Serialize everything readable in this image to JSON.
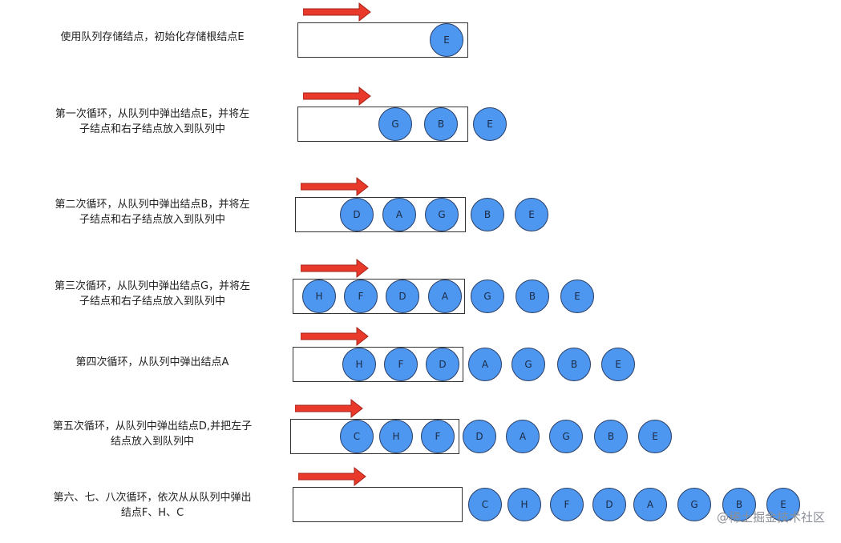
{
  "rows": [
    {
      "label": "使用队列存储结点，初始化存储根结点E",
      "queue": [
        "E"
      ],
      "popped": []
    },
    {
      "label": "第一次循环，从队列中弹出结点E，并将左\n子结点和右子结点放入到队列中",
      "queue": [
        "G",
        "B"
      ],
      "popped": [
        "E"
      ]
    },
    {
      "label": "第二次循环，从队列中弹出结点B，并将左\n子结点和右子结点放入到队列中",
      "queue": [
        "D",
        "A",
        "G"
      ],
      "popped": [
        "B",
        "E"
      ]
    },
    {
      "label": "第三次循环，从队列中弹出结点G，并将左\n子结点和右子结点放入到队列中",
      "queue": [
        "H",
        "F",
        "D",
        "A"
      ],
      "popped": [
        "G",
        "B",
        "E"
      ]
    },
    {
      "label": "第四次循环，从队列中弹出结点A",
      "queue": [
        "H",
        "F",
        "D"
      ],
      "popped": [
        "A",
        "G",
        "B",
        "E"
      ]
    },
    {
      "label": "第五次循环，从队列中弹出结点D,并把左子\n结点放入到队列中",
      "queue": [
        "C",
        "H",
        "F"
      ],
      "popped": [
        "D",
        "A",
        "G",
        "B",
        "E"
      ]
    },
    {
      "label": "第六、七、八次循环，依次从从队列中弹出\n结点F、H、C",
      "queue": [],
      "popped": [
        "C",
        "H",
        "F",
        "D",
        "A",
        "G",
        "B",
        "E"
      ]
    }
  ],
  "watermark": "@稀土掘金技术社区",
  "colors": {
    "node_fill": "#4d97f0",
    "node_stroke": "#2a3f66",
    "arrow": "#e8392a"
  }
}
